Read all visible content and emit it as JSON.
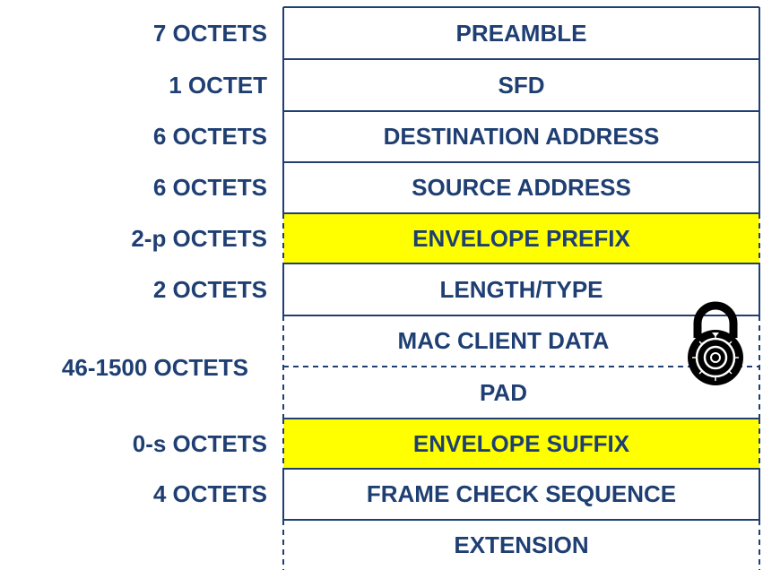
{
  "diagram": {
    "fields": [
      {
        "label": "PREAMBLE",
        "size": "7 OCTETS",
        "highlight": false,
        "border": "solid"
      },
      {
        "label": "SFD",
        "size": "1 OCTET",
        "highlight": false,
        "border": "solid"
      },
      {
        "label": "DESTINATION ADDRESS",
        "size": "6 OCTETS",
        "highlight": false,
        "border": "solid"
      },
      {
        "label": "SOURCE ADDRESS",
        "size": "6 OCTETS",
        "highlight": false,
        "border": "solid"
      },
      {
        "label": "ENVELOPE PREFIX",
        "size": "2-p OCTETS",
        "highlight": true,
        "border": "dashed"
      },
      {
        "label": "LENGTH/TYPE",
        "size": "2 OCTETS",
        "highlight": false,
        "border": "solid"
      },
      {
        "label": "MAC CLIENT DATA",
        "size": "46-1500 OCTETS",
        "highlight": false,
        "border": "dashed"
      },
      {
        "label": "PAD",
        "size": "",
        "highlight": false,
        "border": "dashed"
      },
      {
        "label": "ENVELOPE SUFFIX",
        "size": "0-s OCTETS",
        "highlight": true,
        "border": "dashed"
      },
      {
        "label": "FRAME CHECK SEQUENCE",
        "size": "4 OCTETS",
        "highlight": false,
        "border": "solid"
      },
      {
        "label": "EXTENSION",
        "size": "",
        "highlight": false,
        "border": "dashed"
      }
    ],
    "colors": {
      "text": "#1f3f73",
      "highlight": "#ffff00",
      "border": "#1f3f73"
    },
    "icons": [
      "padlock-icon"
    ]
  }
}
